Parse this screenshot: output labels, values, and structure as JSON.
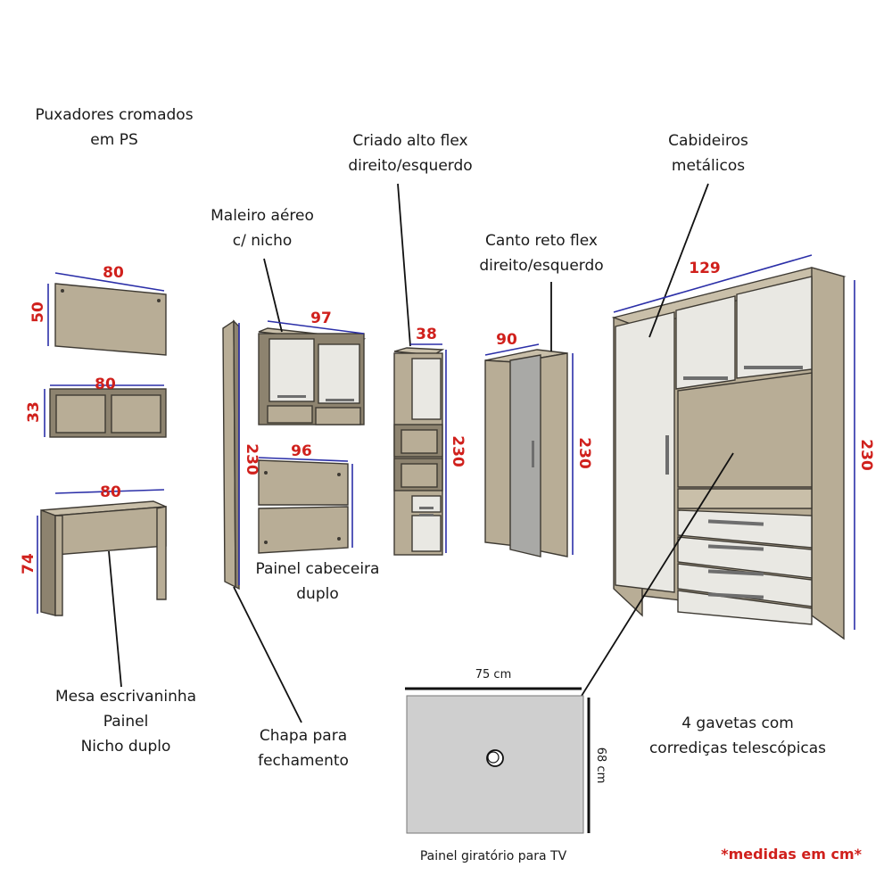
{
  "labels": {
    "puxadores": [
      "Puxadores cromados",
      "em PS"
    ],
    "maleiro": [
      "Maleiro aéreo",
      "c/ nicho"
    ],
    "criado": [
      "Criado alto flex",
      "direito/esquerdo"
    ],
    "canto": [
      "Canto reto flex",
      "direito/esquerdo"
    ],
    "cabideiros": [
      "Cabideiros",
      "metálicos"
    ],
    "painel_cabeceira": [
      "Painel cabeceira",
      "duplo"
    ],
    "mesa": [
      "Mesa escrivaninha",
      "Painel",
      "Nicho duplo"
    ],
    "chapa": [
      "Chapa para",
      "fechamento"
    ],
    "gavetas": [
      "4 gavetas com",
      "corrediças telescópicas"
    ]
  },
  "dimensions": {
    "panel_top_width": "80",
    "panel_top_height": "50",
    "niche_width": "80",
    "niche_height": "33",
    "desk_width": "80",
    "desk_height": "74",
    "chapa_height": "230",
    "maleiro_width": "97",
    "cabeceira_width": "96",
    "criado_width": "38",
    "criado_height": "230",
    "canto_width": "90",
    "canto_height": "230",
    "wardrobe_width": "129",
    "wardrobe_height": "230"
  },
  "tv_panel": {
    "width_label": "75 cm",
    "height_label": "68 cm",
    "caption": "Painel giratório para TV"
  },
  "note": "*medidas em cm*",
  "colors": {
    "dimension_text": "#d0201c",
    "dimension_line": "#2b2fa8",
    "wood": "#b8ad96",
    "white_door": "#e9e8e3"
  }
}
